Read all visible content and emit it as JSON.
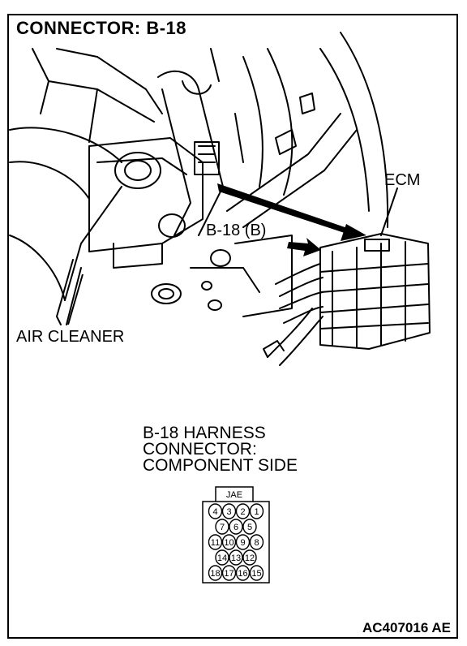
{
  "title": "CONNECTOR: B-18",
  "labels": {
    "ecm": "ECM",
    "connector": "B-18 (B)",
    "air_cleaner": "AIR CLEANER"
  },
  "harness_caption": {
    "line1": "B-18 HARNESS",
    "line2": "CONNECTOR:",
    "line3": "COMPONENT SIDE"
  },
  "connector_diagram": {
    "tab_label": "JAE",
    "rows": [
      [
        "4",
        "3",
        "2",
        "1"
      ],
      [
        "7",
        "6",
        "5"
      ],
      [
        "11",
        "10",
        "9",
        "8"
      ],
      [
        "14",
        "13",
        "12"
      ],
      [
        "18",
        "17",
        "16",
        "15"
      ]
    ]
  },
  "figure_code": "AC407016 AE"
}
